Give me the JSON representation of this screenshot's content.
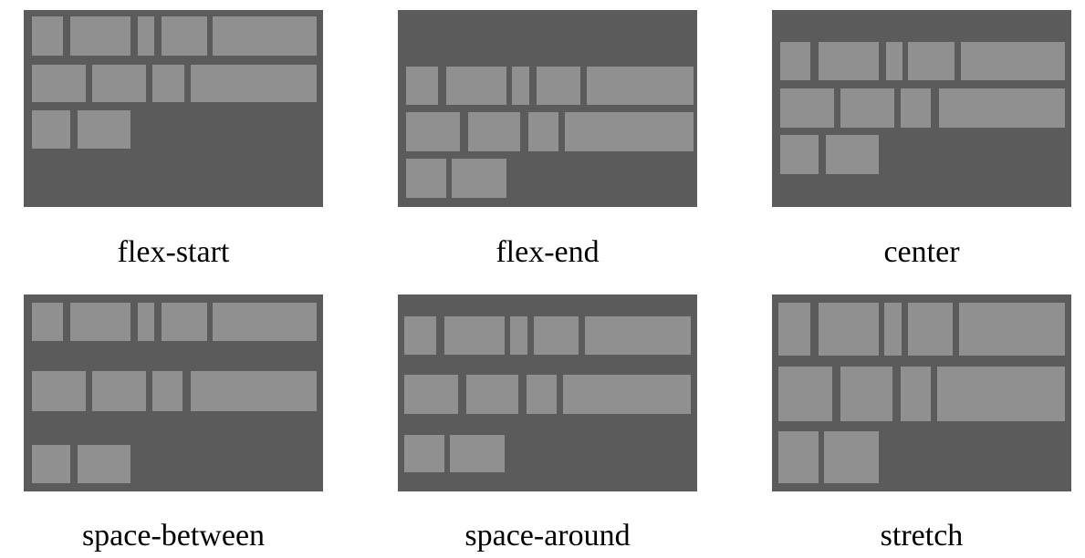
{
  "colors": {
    "page_background": "#ffffff",
    "container": "#5b5b5b",
    "item": "#909090",
    "caption_text": "#000000"
  },
  "panels": [
    {
      "label": "flex-start"
    },
    {
      "label": "flex-end"
    },
    {
      "label": "center"
    },
    {
      "label": "space-between"
    },
    {
      "label": "space-around"
    },
    {
      "label": "stretch"
    }
  ]
}
